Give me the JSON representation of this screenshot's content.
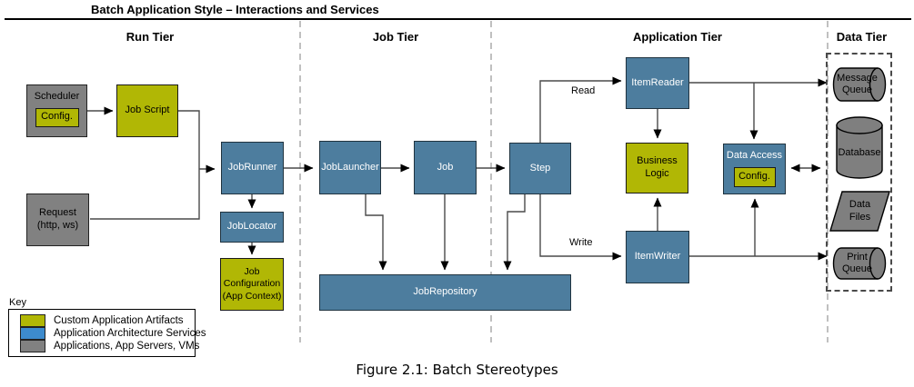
{
  "title": "Batch Application Style – Interactions and Services",
  "caption": "Figure 2.1: Batch Stereotypes",
  "tiers": {
    "run": "Run Tier",
    "job": "Job Tier",
    "application": "Application Tier",
    "data": "Data Tier"
  },
  "nodes": {
    "scheduler": "Scheduler",
    "scheduler_config": "Config.",
    "job_script": "Job Script",
    "request": "Request\n(http, ws)",
    "job_runner": "JobRunner",
    "job_locator": "JobLocator",
    "job_config": "Job\nConfiguration\n(App Context)",
    "job_launcher": "JobLauncher",
    "job": "Job",
    "step": "Step",
    "job_repository": "JobRepository",
    "item_reader": "ItemReader",
    "business_logic": "Business\nLogic",
    "item_writer": "ItemWriter",
    "data_access": "Data Access",
    "data_access_config": "Config.",
    "message_queue": "Message\nQueue",
    "database": "Database",
    "data_files": "Data\nFiles",
    "print_queue": "Print\nQueue"
  },
  "edge_labels": {
    "read": "Read",
    "write": "Write"
  },
  "key": {
    "title": "Key",
    "items": [
      {
        "label": "Custom Application Artifacts",
        "color": "#b1b705"
      },
      {
        "label": "Application Architecture Services",
        "color": "#3d8bcd"
      },
      {
        "label": "Applications, App Servers, VMs",
        "color": "#818181"
      }
    ]
  },
  "colors": {
    "custom_application_artifact": "#b1b705",
    "architecture_service_box": "#4d7d9e",
    "application_gray": "#818181",
    "key_service_blue": "#3d8bcd"
  }
}
